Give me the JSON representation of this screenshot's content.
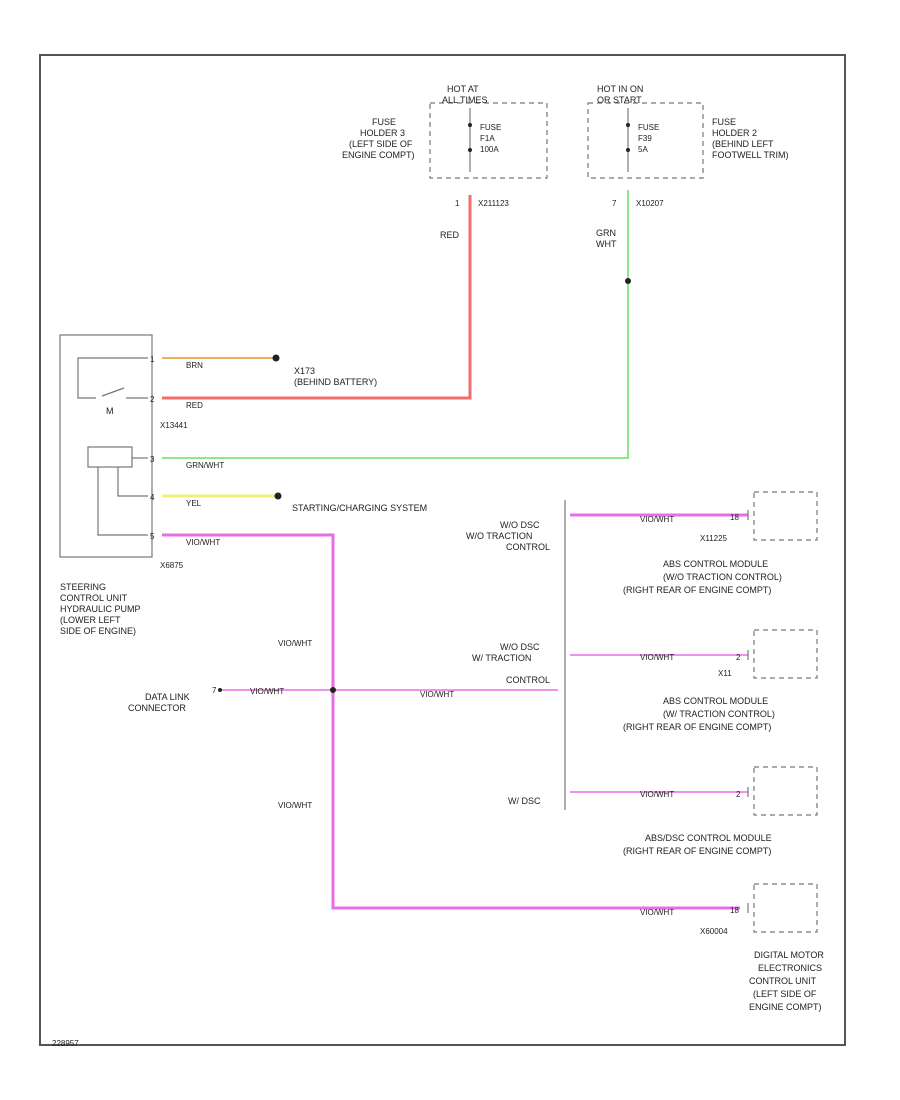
{
  "colors": {
    "red": "#f26c6c",
    "green": "#8de88d",
    "pink": "#e86ee8",
    "yellow": "#f2ef7a",
    "orange": "#e8b060",
    "frame": "#555555"
  },
  "fuse_top_left": {
    "hot_label_line1": "HOT AT",
    "hot_label_line2": "ALL TIMES",
    "fuse_line1": "FUSE",
    "fuse_line2": "F1A",
    "fuse_line3": "100A",
    "holder_line1": "FUSE",
    "holder_line2": "HOLDER 3",
    "holder_line3": "(LEFT SIDE OF",
    "holder_line4": "ENGINE COMPT)",
    "pin": "1",
    "connector": "X211123",
    "wire_color": "RED"
  },
  "fuse_top_right": {
    "hot_label_line1": "HOT IN ON",
    "hot_label_line2": "OR START",
    "fuse_line1": "FUSE",
    "fuse_line2": "F39",
    "fuse_line3": "5A",
    "holder_line1": "FUSE",
    "holder_line2": "HOLDER 2",
    "holder_line3": "(BEHIND LEFT",
    "holder_line4": "FOOTWELL TRIM)",
    "pin": "7",
    "connector": "X10207",
    "wire_color_line1": "GRN",
    "wire_color_line2": "WHT"
  },
  "steering_unit": {
    "motor": "M",
    "pin1": "1",
    "pin1_wire": "BRN",
    "pin2": "2",
    "pin2_wire": "RED",
    "pin3": "3",
    "pin3_wire": "GRN/WHT",
    "pin4": "4",
    "pin4_wire": "YEL",
    "pin5": "5",
    "pin5_wire": "VIO/WHT",
    "connector_upper": "X13441",
    "connector_lower": "X6875",
    "name_line1": "STEERING",
    "name_line2": "CONTROL UNIT",
    "name_line3": "HYDRAULIC PUMP",
    "name_line4": "(LOWER LEFT",
    "name_line5": "SIDE OF ENGINE)"
  },
  "ground": {
    "line1": "X173",
    "line2": "(BEHIND BATTERY)"
  },
  "starting_system": "STARTING/CHARGING SYSTEM",
  "data_link": {
    "pin": "7",
    "wire": "VIO/WHT",
    "line1": "DATA LINK",
    "line2": "CONNECTOR"
  },
  "trunk_wire_upper": "VIO/WHT",
  "trunk_wire_lower": "VIO/WHT",
  "splice_wire": "VIO/WHT",
  "options": {
    "opt1_line1": "W/O DSC",
    "opt1_line2": "W/O TRACTION",
    "opt1_line3": "CONTROL",
    "opt2_line1": "W/O DSC",
    "opt2_line2": "W/ TRACTION",
    "opt2_line3": "CONTROL",
    "opt3": "W/ DSC"
  },
  "modules": [
    {
      "wire": "VIO/WHT",
      "pin": "18",
      "connector": "X11225",
      "line1": "ABS CONTROL MODULE",
      "line2": "(W/O TRACTION CONTROL)",
      "line3": "(RIGHT REAR OF ENGINE COMPT)"
    },
    {
      "wire": "VIO/WHT",
      "pin": "2",
      "connector": "X11",
      "line1": "ABS CONTROL MODULE",
      "line2": "(W/ TRACTION CONTROL)",
      "line3": "(RIGHT REAR OF ENGINE COMPT)"
    },
    {
      "wire": "VIO/WHT",
      "pin": "2",
      "connector": "",
      "line1": "ABS/DSC CONTROL MODULE",
      "line2": "(RIGHT REAR OF ENGINE COMPT)",
      "line3": ""
    },
    {
      "wire": "VIO/WHT",
      "pin": "18",
      "connector": "X60004",
      "line1": "DIGITAL MOTOR",
      "line2": "ELECTRONICS",
      "line3": "CONTROL UNIT",
      "line4": "(LEFT SIDE OF",
      "line5": "ENGINE COMPT)"
    }
  ],
  "footer_code": "228957"
}
